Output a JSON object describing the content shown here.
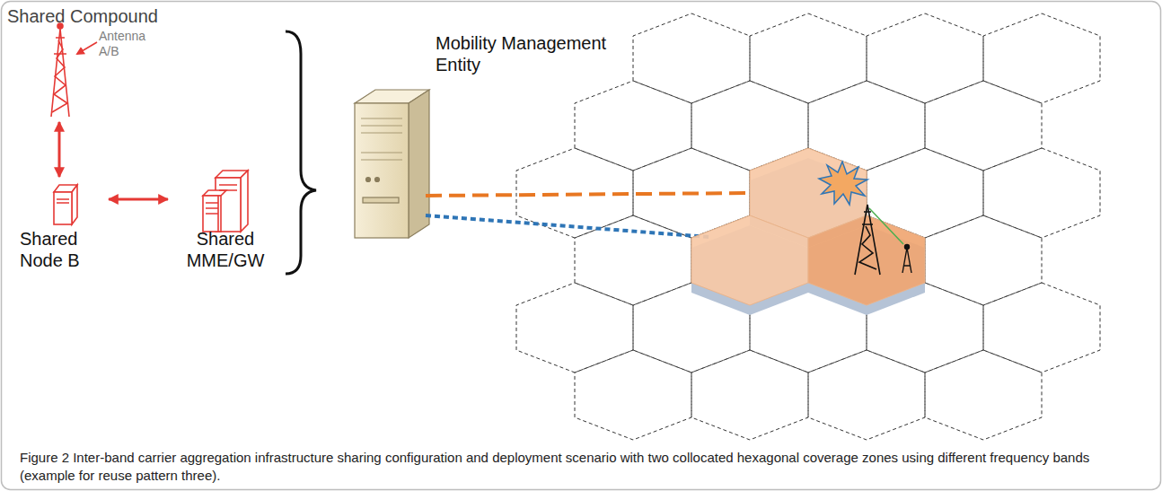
{
  "diagram": {
    "caption": "Figure 2 Inter-band carrier aggregation infrastructure sharing configuration and deployment scenario with two collocated hexagonal coverage zones using different frequency bands (example for reuse pattern three).",
    "nodes": [
      {
        "text": [
          "Shared Compound"
        ]
      },
      {
        "text": [
          "Antenna A/B"
        ],
        "in": 0
      },
      {
        "text": [
          "Shared Node B"
        ],
        "in": 0
      },
      {
        "text": [
          "Shared MME/GW"
        ],
        "in": 0
      },
      {
        "text": [
          "Mobility Management Entity"
        ]
      }
    ],
    "edges": [
      {
        "from": 1,
        "to": 2,
        "arrow": "both"
      },
      {
        "from": 2,
        "to": 3,
        "arrow": "both"
      }
    ]
  }
}
